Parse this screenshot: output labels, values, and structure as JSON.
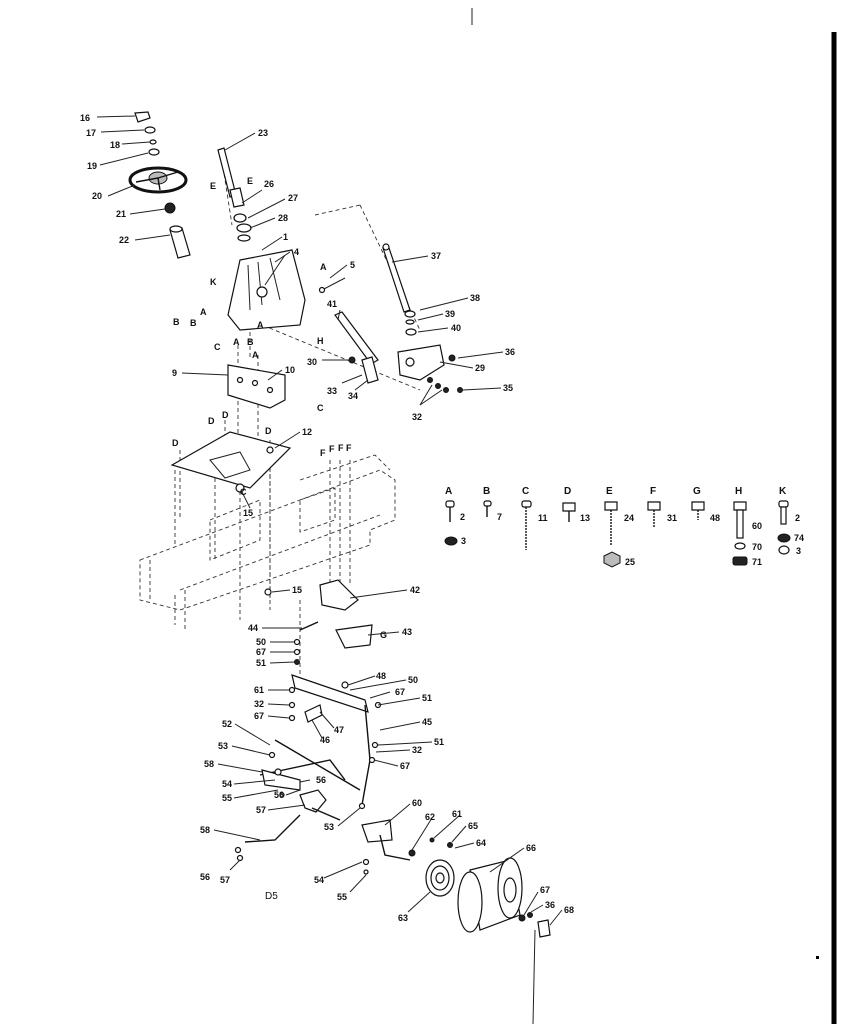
{
  "diagram": {
    "drawing_code": "D5",
    "hardware_key": [
      {
        "letter": "A",
        "numbers": [
          "2",
          "3"
        ]
      },
      {
        "letter": "B",
        "numbers": [
          "7"
        ]
      },
      {
        "letter": "C",
        "numbers": [
          "11"
        ]
      },
      {
        "letter": "D",
        "numbers": [
          "13"
        ]
      },
      {
        "letter": "E",
        "numbers": [
          "24",
          "25"
        ]
      },
      {
        "letter": "F",
        "numbers": [
          "31"
        ]
      },
      {
        "letter": "G",
        "numbers": [
          "48"
        ]
      },
      {
        "letter": "H",
        "numbers": [
          "60",
          "70",
          "71"
        ]
      },
      {
        "letter": "K",
        "numbers": [
          "2",
          "74",
          "3"
        ]
      }
    ],
    "callouts": [
      "16",
      "17",
      "18",
      "19",
      "20",
      "21",
      "22",
      "23",
      "26",
      "27",
      "28",
      "1",
      "4",
      "5",
      "37",
      "38",
      "39",
      "40",
      "36",
      "29",
      "35",
      "32",
      "33",
      "34",
      "30",
      "41",
      "9",
      "10",
      "12",
      "15",
      "15",
      "42",
      "43",
      "44",
      "50",
      "67",
      "51",
      "61",
      "32",
      "67",
      "46",
      "47",
      "48",
      "50",
      "67",
      "51",
      "45",
      "51",
      "32",
      "67",
      "52",
      "53",
      "58",
      "54",
      "55",
      "56",
      "56",
      "57",
      "53",
      "58",
      "60",
      "61",
      "62",
      "65",
      "64",
      "66",
      "63",
      "67",
      "36",
      "68",
      "56",
      "57",
      "54",
      "55"
    ],
    "letters": [
      "E",
      "E",
      "K",
      "A",
      "A",
      "B",
      "B",
      "A",
      "B",
      "H",
      "C",
      "A",
      "A",
      "C",
      "D",
      "D",
      "D",
      "D",
      "F",
      "F",
      "F",
      "F",
      "C",
      "G"
    ]
  }
}
